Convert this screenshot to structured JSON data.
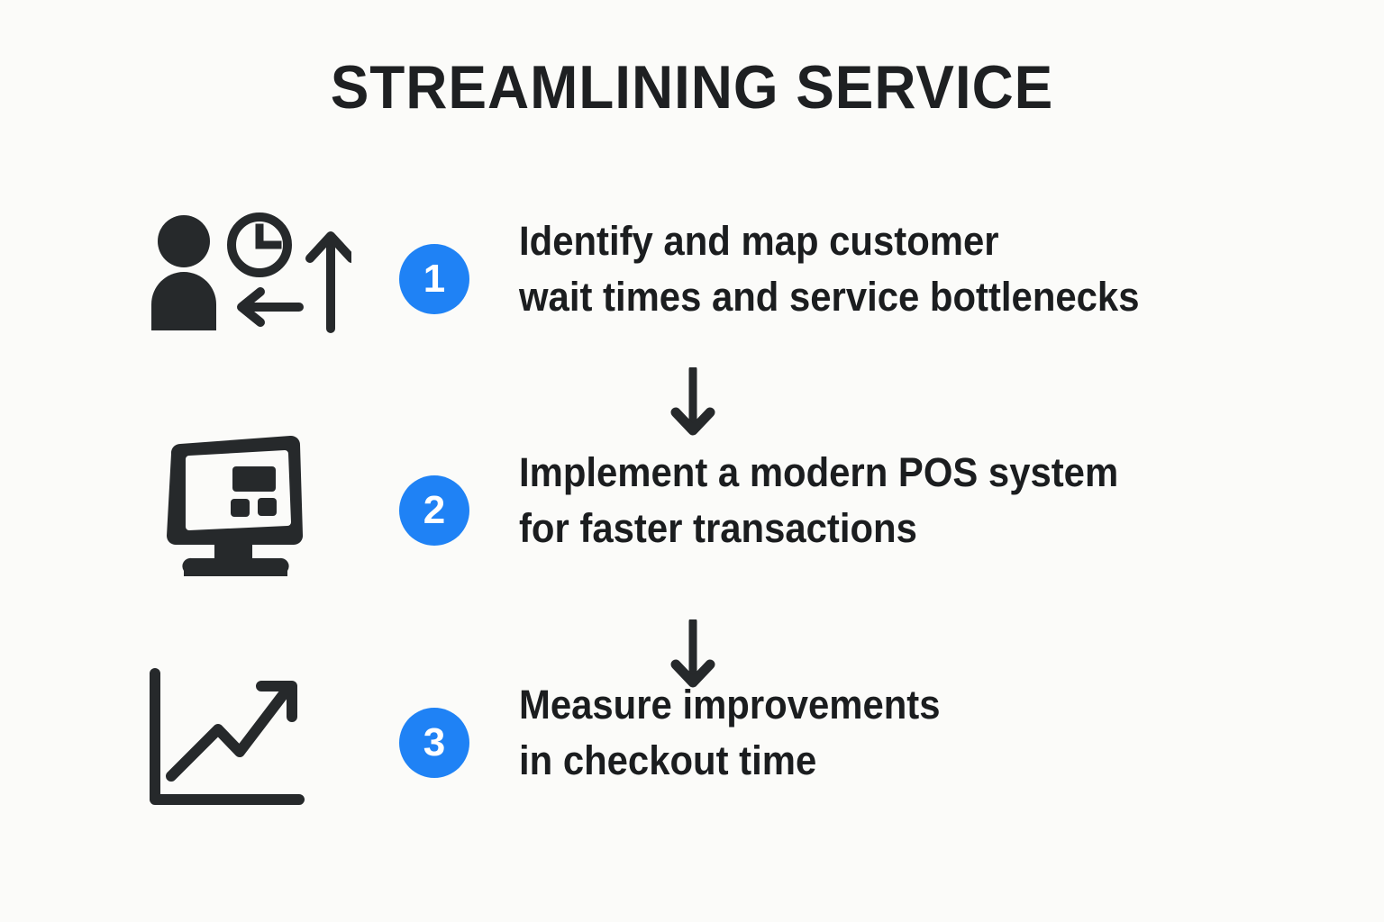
{
  "page": {
    "title": "STREAMLINING SERVICE",
    "background_color": "#fbfbf9",
    "text_color": "#1b1d1f",
    "accent_color": "#1f82f5",
    "badge_text_color": "#ffffff"
  },
  "steps": [
    {
      "number": "1",
      "icon": "customer-wait-time-icon",
      "line1": "Identify and map customer",
      "line2": "wait times and service bottlenecks"
    },
    {
      "number": "2",
      "icon": "pos-monitor-icon",
      "line1": "Implement a modern POS system",
      "line2": "for faster transactions"
    },
    {
      "number": "3",
      "icon": "growth-chart-icon",
      "line1": "Measure improvements",
      "line2": "in checkout time"
    }
  ],
  "connectors": [
    {
      "name": "arrow-down-1"
    },
    {
      "name": "arrow-down-2"
    }
  ]
}
